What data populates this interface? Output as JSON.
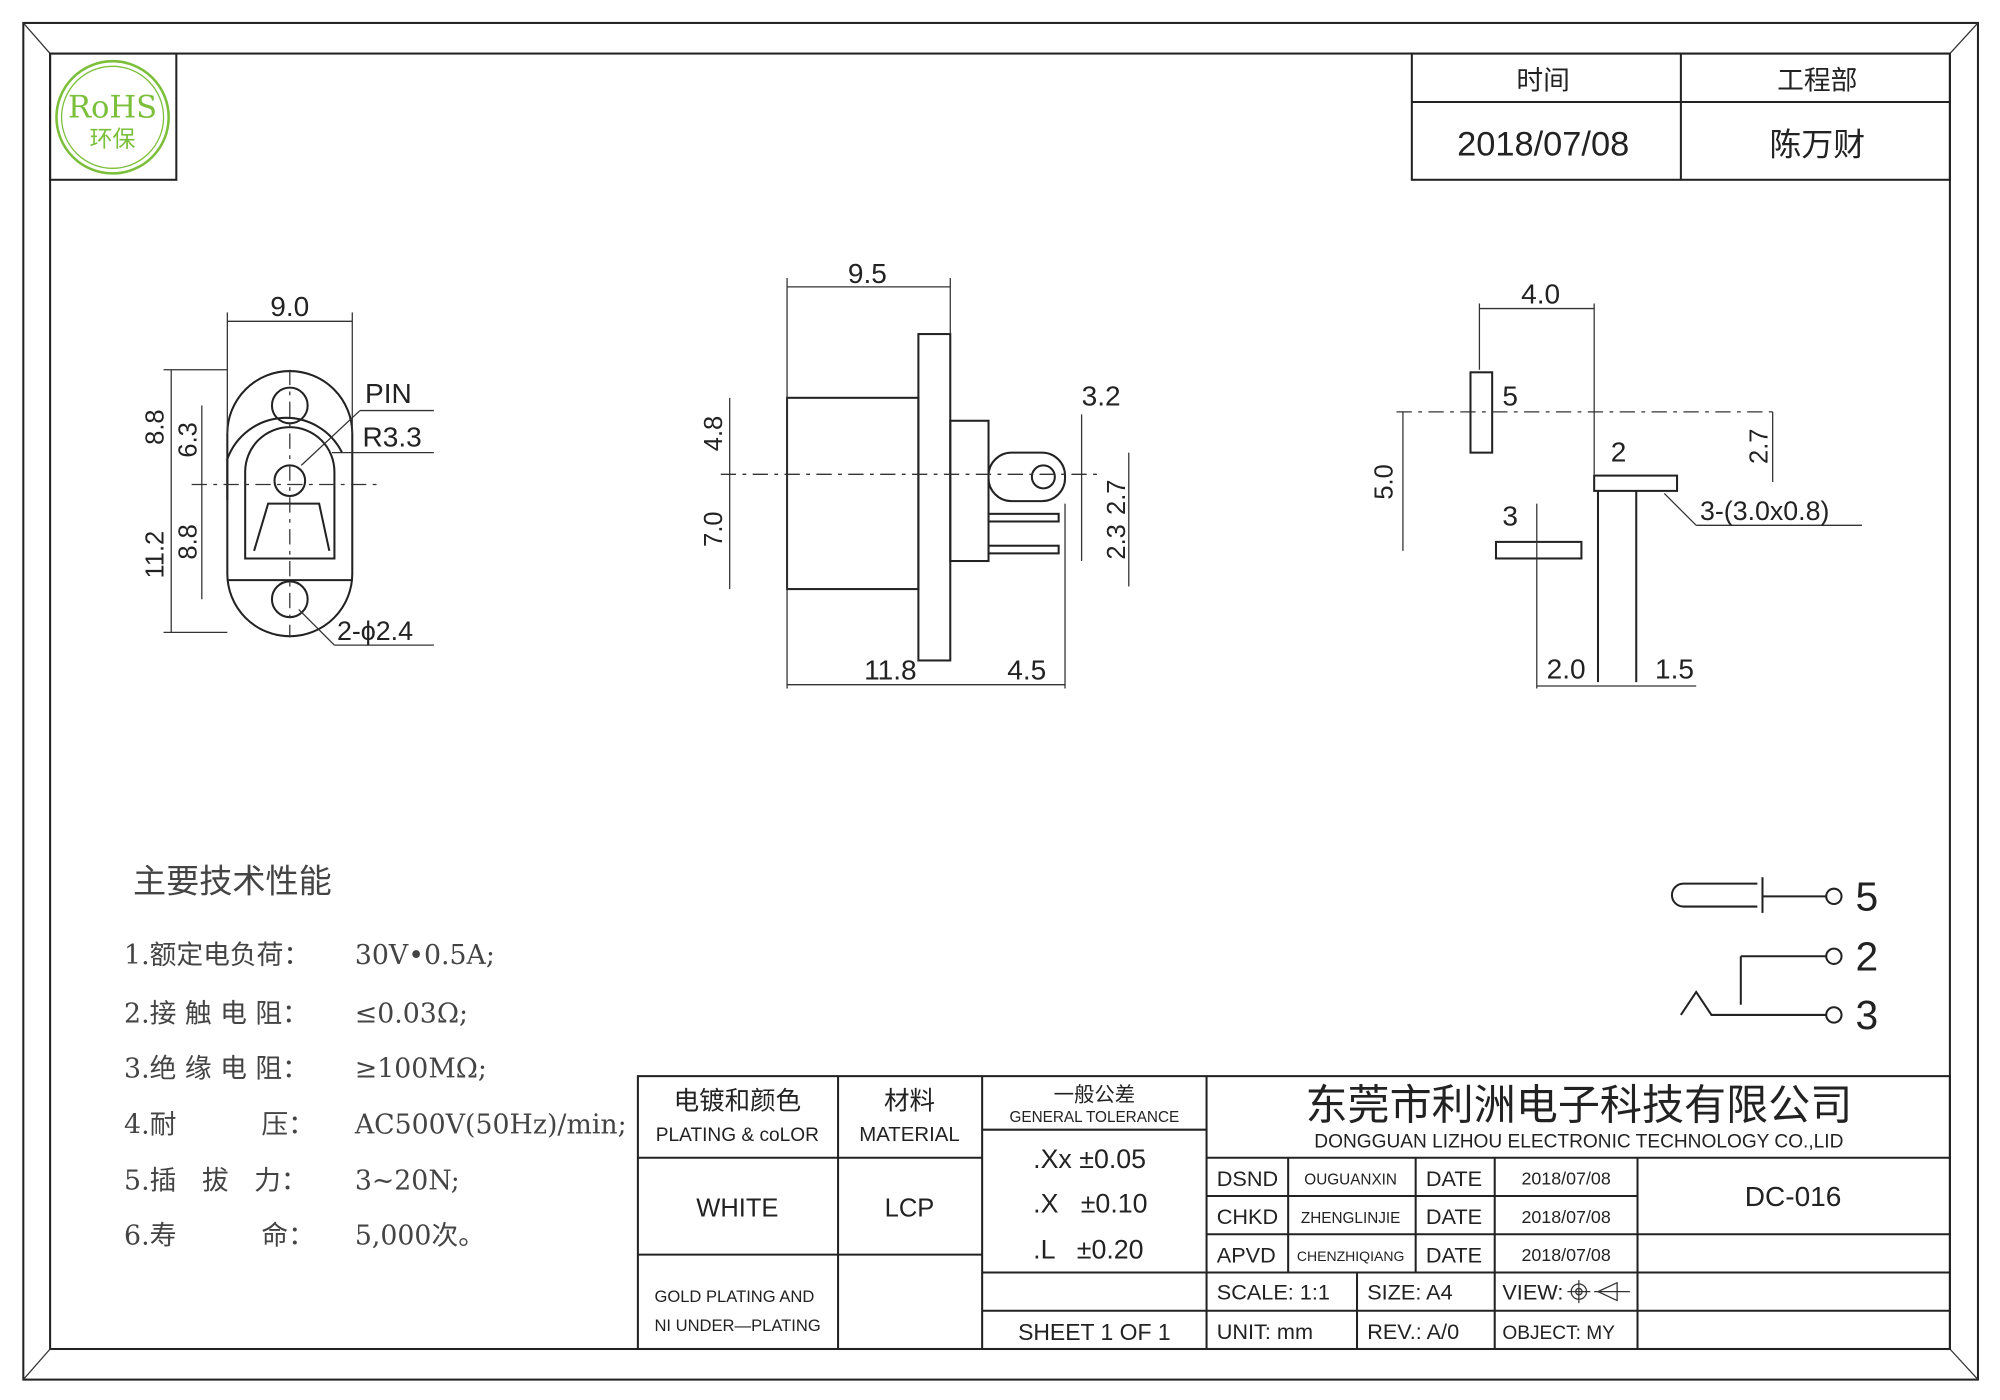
{
  "logo": {
    "text": "RoHS",
    "subtext": "环保",
    "color": "#7bbf3a"
  },
  "approval": {
    "time_label": "时间",
    "dept_label": "工程部",
    "date": "2018/07/08",
    "name": "陈万财"
  },
  "front_view": {
    "width": "9.0",
    "top_outer": "8.8",
    "top_inner": "6.3",
    "bottom_outer": "11.2",
    "bottom_inner": "8.8",
    "pin_label": "PIN",
    "radius_label": "R3.3",
    "hole_label": "2-ϕ2.4"
  },
  "side_view": {
    "width": "9.5",
    "upper": "4.8",
    "lower": "7.0",
    "tab": "3.2",
    "pin_a": "2.7",
    "pin_b": "2.3",
    "length": "11.8",
    "tail": "4.5"
  },
  "pin_view": {
    "top": "4.0",
    "height": "5.0",
    "pin5": "5",
    "pin2": "2",
    "pin3": "3",
    "offset": "2.7",
    "pins": "3-(3.0x0.8)",
    "bottom_a": "2.0",
    "bottom_b": "1.5"
  },
  "schematic": {
    "pin5": "5",
    "pin2": "2",
    "pin3": "3"
  },
  "specs": {
    "title": "主要技术性能",
    "items": [
      {
        "label": "1.额定电负荷：",
        "value": "30V•0.5A;"
      },
      {
        "label": "2.接 触 电 阻：",
        "value": "≤0.03Ω;"
      },
      {
        "label": "3.绝 缘 电 阻：",
        "value": "≥100MΩ;"
      },
      {
        "label": "4.耐          压：",
        "value": "AC500V(50Hz)/min;"
      },
      {
        "label": "5.插   拔   力：",
        "value": "3~20N;"
      },
      {
        "label": "6.寿          命：",
        "value": "5,000次。"
      }
    ]
  },
  "title_block": {
    "plating_cn": "电镀和颜色",
    "plating_en": "PLATING & coLOR",
    "material_cn": "材料",
    "material_en": "MATERIAL",
    "tolerance_cn": "一般公差",
    "tolerance_en": "GENERAL TOLERANCE",
    "color": "WHITE",
    "material": "LCP",
    "tol": [
      ".Xx ±0.05",
      ".X   ±0.10",
      ".L   ±0.20"
    ],
    "plating_1": "GOLD PLATING AND",
    "plating_2": "NI UNDER—PLATING",
    "sheet": "SHEET 1 OF 1",
    "company_cn": "东莞市利洲电子科技有限公司",
    "company_en": "DONGGUAN LIZHOU ELECTRONIC TECHNOLOGY CO.,LID",
    "rows": [
      {
        "role": "DSND",
        "name": "OUGUANXIN",
        "date_label": "DATE",
        "date": "2018/07/08"
      },
      {
        "role": "CHKD",
        "name": "ZHENGLINJIE",
        "date_label": "DATE",
        "date": "2018/07/08"
      },
      {
        "role": "APVD",
        "name": "CHENZHIQIANG",
        "date_label": "DATE",
        "date": "2018/07/08"
      }
    ],
    "part_no": "DC-016",
    "scale": "SCALE: 1:1",
    "size": "SIZE: A4",
    "view": "VIEW:",
    "unit": "UNIT: mm",
    "rev": "REV.: A/0",
    "object": "OBJECT: MY"
  }
}
